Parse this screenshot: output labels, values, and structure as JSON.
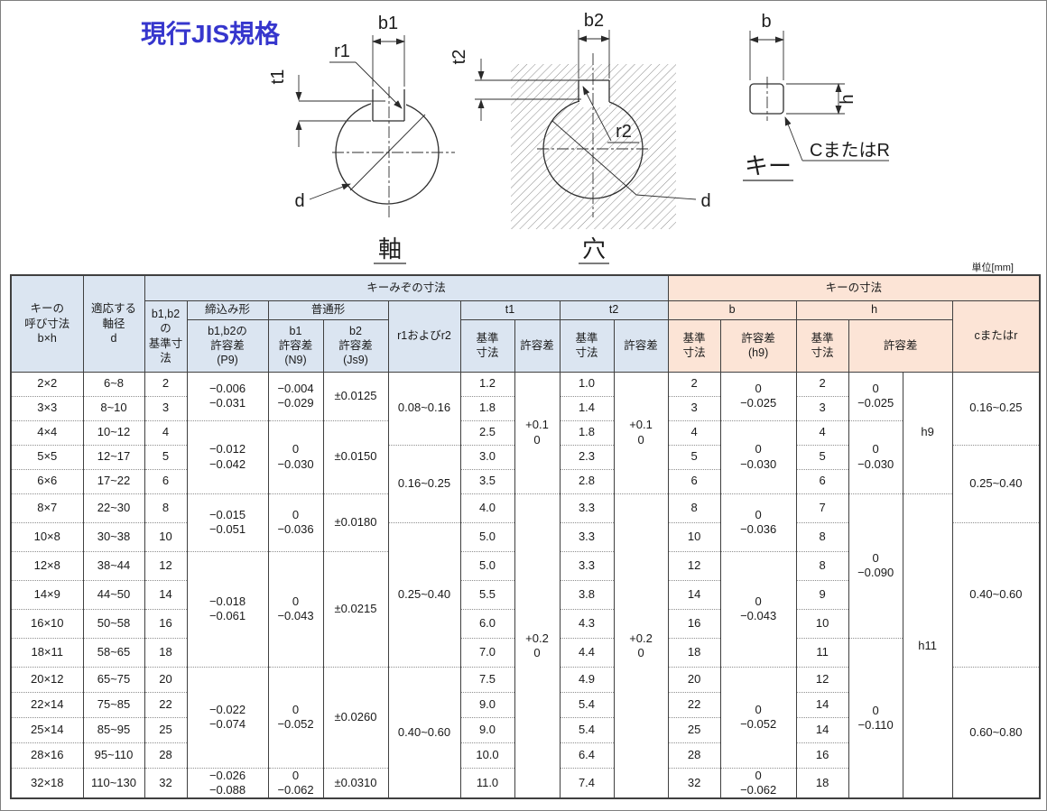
{
  "title": "現行JIS規格",
  "colors": {
    "title_blue": "#3636cd",
    "header_blue": "#dbe5f1",
    "header_orange": "#fce4d6"
  },
  "diagrams": {
    "shaft": {
      "caption": "軸",
      "labels": {
        "b1": "b1",
        "r1": "r1",
        "t1": "t1",
        "d": "d"
      }
    },
    "hole": {
      "caption": "穴",
      "labels": {
        "b2": "b2",
        "t2": "t2",
        "r2": "r2",
        "d": "d"
      }
    },
    "key": {
      "caption": "キー",
      "labels": {
        "b": "b",
        "h": "h",
        "chamfer": "CまたはR"
      }
    }
  },
  "table": {
    "unit_note": "単位[mm]",
    "headers": {
      "key_nominal": "キーの\n呼び寸法\nb×h",
      "shaft_dia": "適応する\n軸径\nd",
      "groove_group": "キーみぞの寸法",
      "key_group": "キーの寸法",
      "b12_base": "b1,b2の\n基準寸法",
      "tight_type": "締込み形",
      "normal_type": "普通形",
      "p9": "b1,b2の\n許容差\n(P9)",
      "n9": "b1\n許容差\n(N9)",
      "js9": "b2\n許容差\n(Js9)",
      "r12": "r1およびr2",
      "t1": "t1",
      "t2": "t2",
      "b": "b",
      "h": "h",
      "base_dim": "基準\n寸法",
      "tolerance": "許容差",
      "tolerance_h9": "許容差\n(h9)",
      "c_or_r": "cまたはr"
    },
    "rows": [
      {
        "size": "2×2",
        "d": "6~8",
        "b12": "2",
        "t1": "1.2",
        "t2": "1.0",
        "b": "2",
        "h": "2"
      },
      {
        "size": "3×3",
        "d": "8~10",
        "b12": "3",
        "t1": "1.8",
        "t2": "1.4",
        "b": "3",
        "h": "3"
      },
      {
        "size": "4×4",
        "d": "10~12",
        "b12": "4",
        "t1": "2.5",
        "t2": "1.8",
        "b": "4",
        "h": "4"
      },
      {
        "size": "5×5",
        "d": "12~17",
        "b12": "5",
        "t1": "3.0",
        "t2": "2.3",
        "b": "5",
        "h": "5"
      },
      {
        "size": "6×6",
        "d": "17~22",
        "b12": "6",
        "t1": "3.5",
        "t2": "2.8",
        "b": "6",
        "h": "6"
      },
      {
        "size": "8×7",
        "d": "22~30",
        "b12": "8",
        "t1": "4.0",
        "t2": "3.3",
        "b": "8",
        "h": "7"
      },
      {
        "size": "10×8",
        "d": "30~38",
        "b12": "10",
        "t1": "5.0",
        "t2": "3.3",
        "b": "10",
        "h": "8"
      },
      {
        "size": "12×8",
        "d": "38~44",
        "b12": "12",
        "t1": "5.0",
        "t2": "3.3",
        "b": "12",
        "h": "8"
      },
      {
        "size": "14×9",
        "d": "44~50",
        "b12": "14",
        "t1": "5.5",
        "t2": "3.8",
        "b": "14",
        "h": "9"
      },
      {
        "size": "16×10",
        "d": "50~58",
        "b12": "16",
        "t1": "6.0",
        "t2": "4.3",
        "b": "16",
        "h": "10"
      },
      {
        "size": "18×11",
        "d": "58~65",
        "b12": "18",
        "t1": "7.0",
        "t2": "4.4",
        "b": "18",
        "h": "11"
      },
      {
        "size": "20×12",
        "d": "65~75",
        "b12": "20",
        "t1": "7.5",
        "t2": "4.9",
        "b": "20",
        "h": "12"
      },
      {
        "size": "22×14",
        "d": "75~85",
        "b12": "22",
        "t1": "9.0",
        "t2": "5.4",
        "b": "22",
        "h": "14"
      },
      {
        "size": "25×14",
        "d": "85~95",
        "b12": "25",
        "t1": "9.0",
        "t2": "5.4",
        "b": "25",
        "h": "14"
      },
      {
        "size": "28×16",
        "d": "95~110",
        "b12": "28",
        "t1": "10.0",
        "t2": "6.4",
        "b": "28",
        "h": "16"
      },
      {
        "size": "32×18",
        "d": "110~130",
        "b12": "32",
        "t1": "11.0",
        "t2": "7.4",
        "b": "32",
        "h": "18"
      }
    ],
    "merged": {
      "p9": [
        "−0.006\n−0.031",
        "−0.012\n−0.042",
        "−0.015\n−0.051",
        "−0.018\n−0.061",
        "−0.022\n−0.074",
        "−0.026\n−0.088"
      ],
      "n9": [
        "−0.004\n−0.029",
        "0\n−0.030",
        "0\n−0.036",
        "0\n−0.043",
        "0\n−0.052",
        "0\n−0.062"
      ],
      "js9": [
        "±0.0125",
        "±0.0150",
        "±0.0180",
        "±0.0215",
        "±0.0260",
        "±0.0310"
      ],
      "r12": [
        "0.08~0.16",
        "0.16~0.25",
        "0.25~0.40",
        "0.40~0.60"
      ],
      "t1_tol": [
        "+0.1\n0",
        "+0.2\n0"
      ],
      "t2_tol": [
        "+0.1\n0",
        "+0.2\n0"
      ],
      "b_tol": [
        "0\n−0.025",
        "0\n−0.030",
        "0\n−0.036",
        "0\n−0.043",
        "0\n−0.052",
        "0\n−0.062"
      ],
      "h_tol": [
        "0\n−0.025",
        "0\n−0.030",
        "0\n−0.090",
        "0\n−0.110"
      ],
      "h_grade": [
        "h9",
        "h11"
      ],
      "c_r": [
        "0.16~0.25",
        "0.25~0.40",
        "0.40~0.60",
        "0.60~0.80"
      ]
    }
  }
}
